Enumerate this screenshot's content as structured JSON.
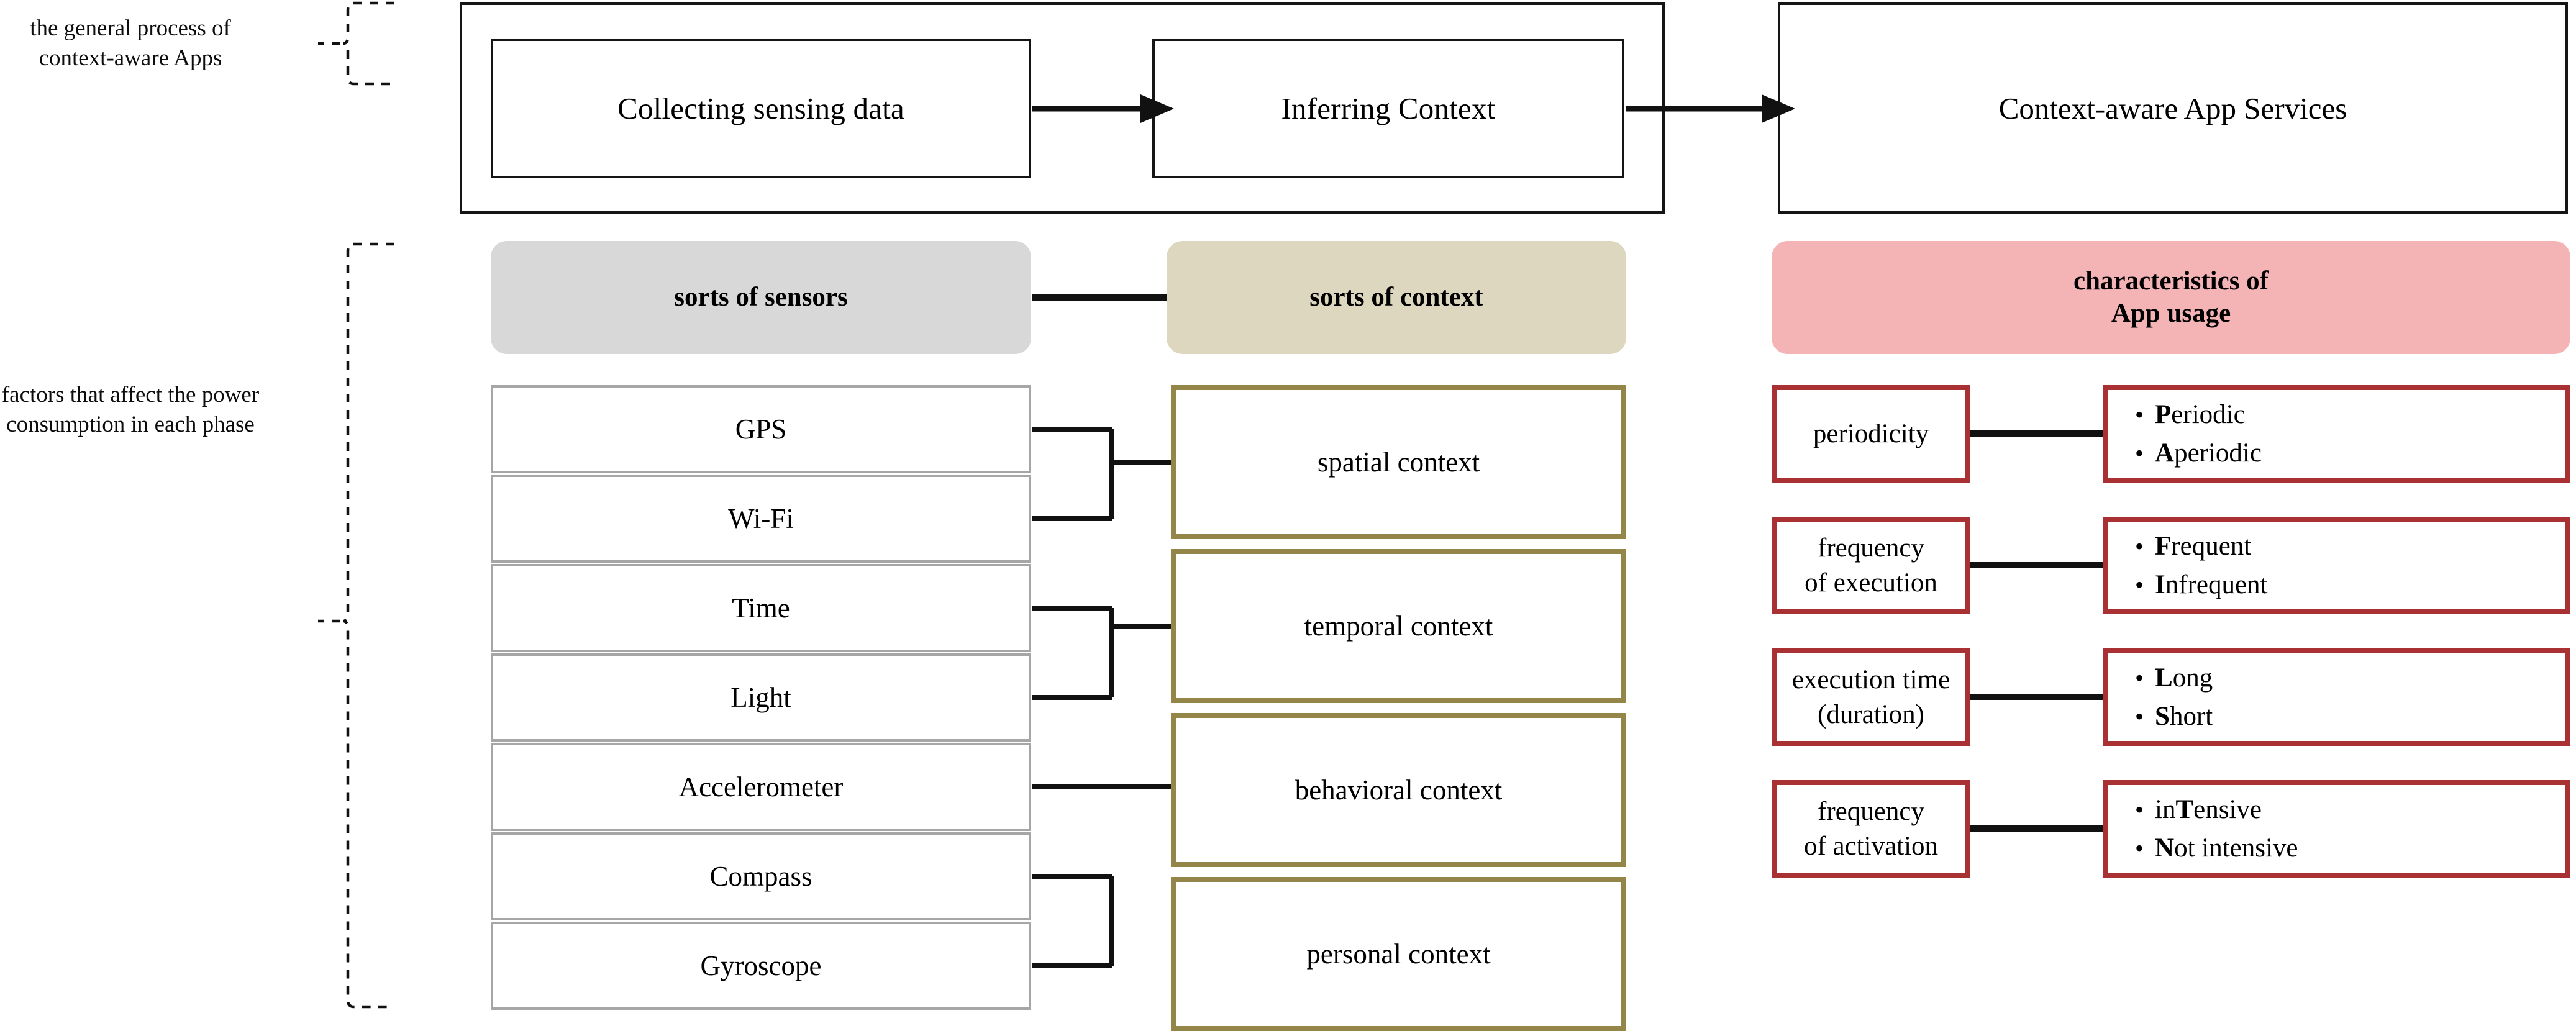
{
  "side_labels": {
    "top": "the general process of context-aware Apps",
    "bottom": "factors that affect the power consumption in each phase"
  },
  "flow": {
    "step1": "Collecting sensing data",
    "step2": "Inferring Context",
    "step3": "Context-aware App Services"
  },
  "headers": {
    "sensors": "sorts of sensors",
    "context": "sorts of context",
    "app_usage_line1": "characteristics of",
    "app_usage_line2": "App usage"
  },
  "sensors": [
    "GPS",
    "Wi-Fi",
    "Time",
    "Light",
    "Accelerometer",
    "Compass",
    "Gyroscope"
  ],
  "contexts": [
    "spatial context",
    "temporal context",
    "behavioral context",
    "personal context"
  ],
  "app_characteristics": [
    {
      "name": "periodicity",
      "name_line2": "",
      "values": [
        {
          "bold": "P",
          "rest": "eriodic"
        },
        {
          "bold": "A",
          "rest": "periodic"
        }
      ]
    },
    {
      "name": "frequency",
      "name_line2": "of execution",
      "values": [
        {
          "bold": "F",
          "rest": "requent"
        },
        {
          "bold": "I",
          "rest": "nfrequent"
        }
      ]
    },
    {
      "name": "execution time",
      "name_line2": "(duration)",
      "values": [
        {
          "bold": "L",
          "rest": "ong"
        },
        {
          "bold": "S",
          "rest": "hort"
        }
      ]
    },
    {
      "name": "frequency",
      "name_line2": "of activation",
      "values": [
        {
          "pre": "in",
          "bold": "T",
          "rest": "ensive"
        },
        {
          "bold": "N",
          "rest": "ot intensive"
        }
      ]
    }
  ],
  "bullet_glyph": "•",
  "colors": {
    "sensors_header_bg": "#d8d8d8",
    "context_header_bg": "#ddd7bf",
    "app_header_bg": "#f4b4b6",
    "context_border": "#938648",
    "app_border": "#a93134",
    "sensor_border": "#a6a6a6",
    "flow_border": "#151515",
    "wire": "#111111"
  }
}
